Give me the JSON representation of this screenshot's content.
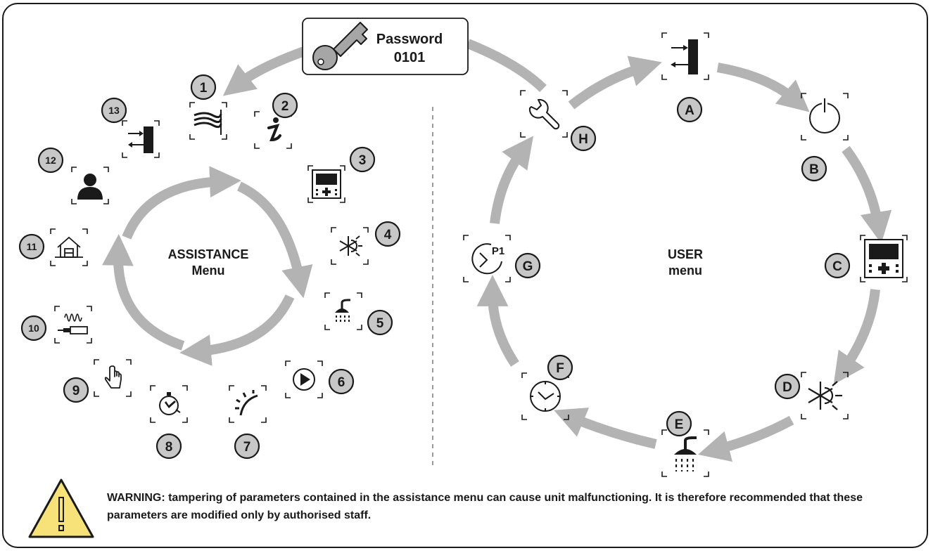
{
  "password": {
    "title": "Password",
    "code": "0101"
  },
  "assistance_menu": {
    "line1": "ASSISTANCE",
    "line2": "Menu",
    "items": [
      {
        "num": "1",
        "icon": "flag-icon"
      },
      {
        "num": "2",
        "icon": "info-icon"
      },
      {
        "num": "3",
        "icon": "display-panel-icon"
      },
      {
        "num": "4",
        "icon": "heat-cool-mode-icon"
      },
      {
        "num": "5",
        "icon": "shower-icon"
      },
      {
        "num": "6",
        "icon": "play-icon"
      },
      {
        "num": "7",
        "icon": "sun-arc-icon"
      },
      {
        "num": "8",
        "icon": "stopwatch-icon"
      },
      {
        "num": "9",
        "icon": "hand-touch-icon"
      },
      {
        "num": "10",
        "icon": "resistance-icon"
      },
      {
        "num": "11",
        "icon": "house-icon"
      },
      {
        "num": "12",
        "icon": "user-icon"
      },
      {
        "num": "13",
        "icon": "exit-door-icon"
      }
    ]
  },
  "user_menu": {
    "line1": "USER",
    "line2": "menu",
    "items": [
      {
        "letter": "A",
        "icon": "exit-door-icon"
      },
      {
        "letter": "B",
        "icon": "power-icon"
      },
      {
        "letter": "C",
        "icon": "display-panel-icon"
      },
      {
        "letter": "D",
        "icon": "heat-cool-mode-icon"
      },
      {
        "letter": "E",
        "icon": "shower-icon"
      },
      {
        "letter": "F",
        "icon": "clock-icon"
      },
      {
        "letter": "G",
        "icon": "clock-program-icon",
        "icon_label": "P1"
      },
      {
        "letter": "H",
        "icon": "wrench-icon"
      }
    ]
  },
  "warning": {
    "icon": "warning-triangle-icon",
    "text": "WARNING: tampering of parameters contained in the assistance menu can cause unit malfunctioning. It is therefore recommended that these parameters are modified only by authorised staff.",
    "color": "#f7e27a"
  },
  "colors": {
    "arrow": "#b3b3b3",
    "badge": "#c7c7c7",
    "ink": "#1a1a1a"
  }
}
